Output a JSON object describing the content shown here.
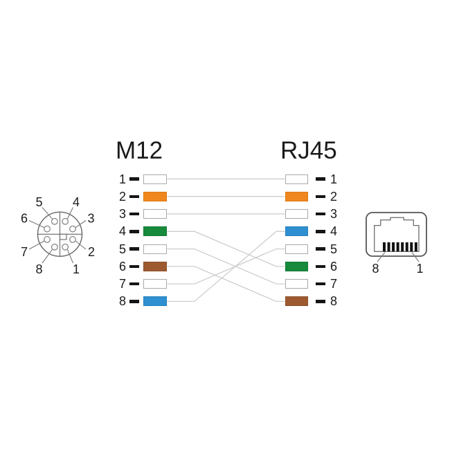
{
  "diagram": {
    "left_header": "M12",
    "right_header": "RJ45",
    "wire_color": "#C9C9C9",
    "rows": [
      {
        "left_pin": "1",
        "right_pin": "1",
        "left_color": "#FFFFFF",
        "left_border": "#A9A9A9",
        "right_color": "#FFFFFF",
        "right_border": "#A9A9A9"
      },
      {
        "left_pin": "2",
        "right_pin": "2",
        "left_color": "#F0871E",
        "left_border": "#DE7A10",
        "right_color": "#F0871E",
        "right_border": "#DE7A10"
      },
      {
        "left_pin": "3",
        "right_pin": "3",
        "left_color": "#FFFFFF",
        "left_border": "#A9A9A9",
        "right_color": "#FFFFFF",
        "right_border": "#A9A9A9"
      },
      {
        "left_pin": "4",
        "right_pin": "4",
        "left_color": "#178A3C",
        "left_border": "#127A33",
        "right_color": "#2E90D0",
        "right_border": "#2381BE"
      },
      {
        "left_pin": "5",
        "right_pin": "5",
        "left_color": "#FFFFFF",
        "left_border": "#A9A9A9",
        "right_color": "#FFFFFF",
        "right_border": "#A9A9A9"
      },
      {
        "left_pin": "6",
        "right_pin": "6",
        "left_color": "#9D5A30",
        "left_border": "#8C4F28",
        "right_color": "#178A3C",
        "right_border": "#127A33"
      },
      {
        "left_pin": "7",
        "right_pin": "7",
        "left_color": "#FFFFFF",
        "left_border": "#A9A9A9",
        "right_color": "#FFFFFF",
        "right_border": "#A9A9A9"
      },
      {
        "left_pin": "8",
        "right_pin": "8",
        "left_color": "#2E90D0",
        "left_border": "#2381BE",
        "right_color": "#9D5A30",
        "right_border": "#8C4F28"
      }
    ],
    "connections": [
      [
        1,
        1
      ],
      [
        2,
        2
      ],
      [
        3,
        3
      ],
      [
        4,
        6
      ],
      [
        5,
        7
      ],
      [
        6,
        8
      ],
      [
        7,
        5
      ],
      [
        8,
        4
      ]
    ]
  },
  "m12_face": {
    "pin_labels": [
      "1",
      "2",
      "3",
      "4",
      "5",
      "6",
      "7",
      "8"
    ]
  },
  "rj45_face": {
    "pin8_label": "8",
    "pin1_label": "1"
  }
}
